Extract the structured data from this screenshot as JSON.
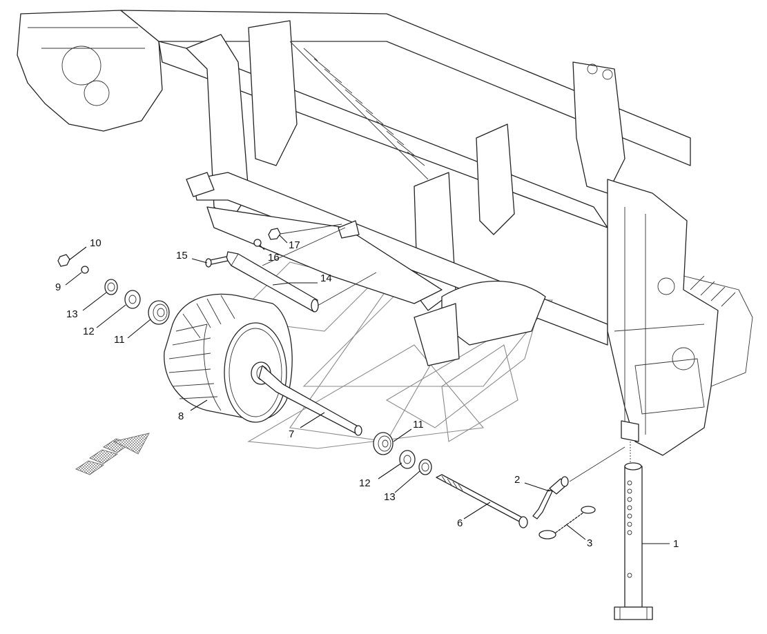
{
  "callouts": [
    {
      "id": "c1",
      "text": "1"
    },
    {
      "id": "c2",
      "text": "2"
    },
    {
      "id": "c3",
      "text": "3"
    },
    {
      "id": "c6",
      "text": "6"
    },
    {
      "id": "c7",
      "text": "7"
    },
    {
      "id": "c8",
      "text": "8"
    },
    {
      "id": "c9",
      "text": "9"
    },
    {
      "id": "c10",
      "text": "10"
    },
    {
      "id": "c11a",
      "text": "11"
    },
    {
      "id": "c11b",
      "text": "11"
    },
    {
      "id": "c12a",
      "text": "12"
    },
    {
      "id": "c12b",
      "text": "12"
    },
    {
      "id": "c13a",
      "text": "13"
    },
    {
      "id": "c13b",
      "text": "13"
    },
    {
      "id": "c14",
      "text": "14"
    },
    {
      "id": "c15",
      "text": "15"
    },
    {
      "id": "c16",
      "text": "16"
    },
    {
      "id": "c17",
      "text": "17"
    }
  ],
  "colors": {
    "line": "#222222",
    "watermark": "#8a8a8a",
    "arrow_fill": "#9a9a9a",
    "background": "#ffffff"
  },
  "icons": {
    "direction_arrow": "travel-direction-arrow-icon"
  }
}
